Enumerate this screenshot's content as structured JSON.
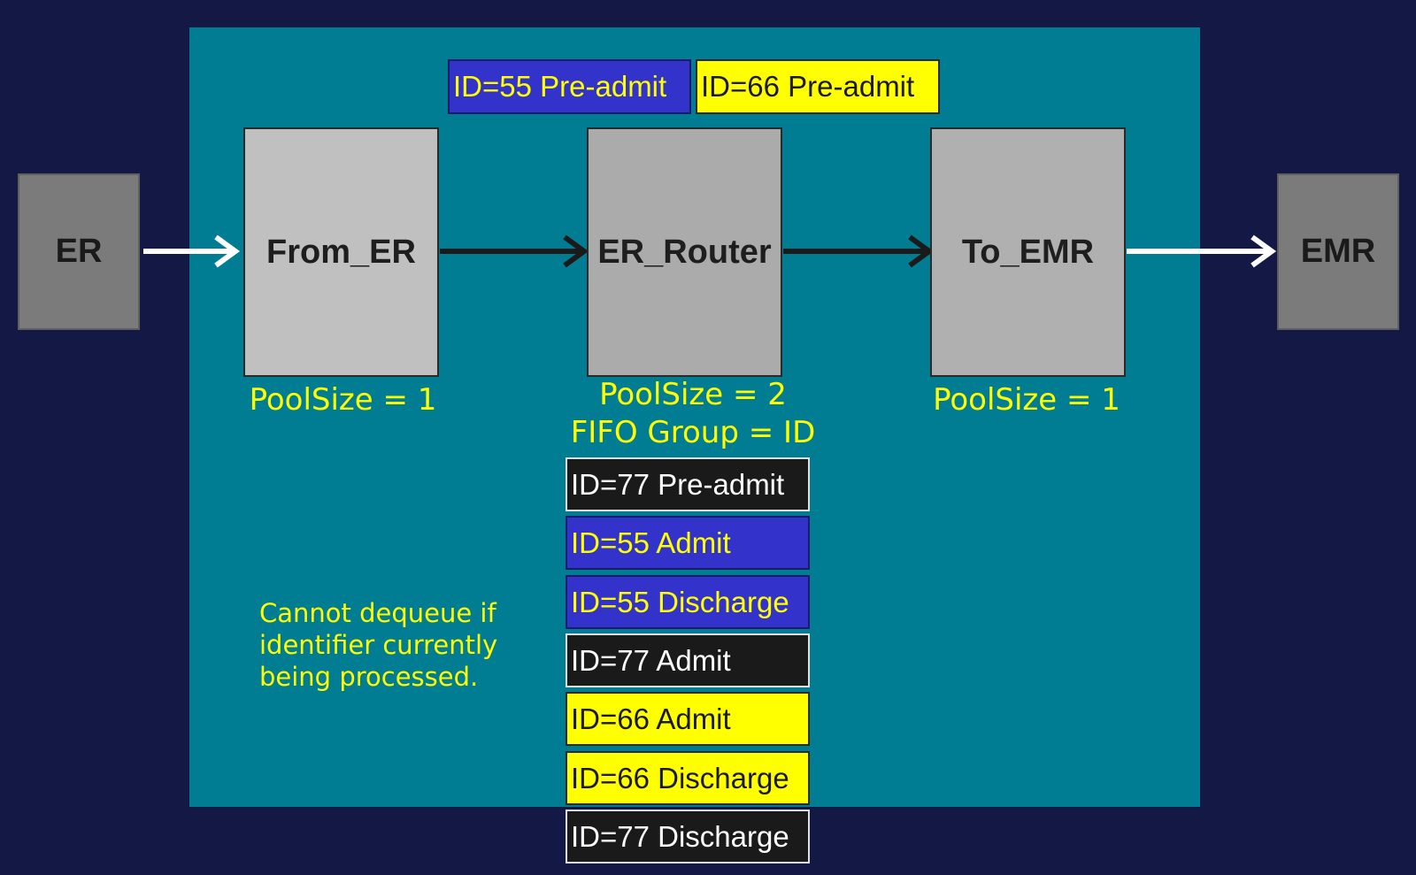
{
  "endpoints": {
    "source": "ER",
    "target": "EMR"
  },
  "stages": [
    {
      "name": "From_ER",
      "caption_lines": [
        "PoolSize = 1"
      ]
    },
    {
      "name": "ER_Router",
      "caption_lines": [
        "PoolSize = 2",
        "FIFO Group = ID"
      ]
    },
    {
      "name": "To_EMR",
      "caption_lines": [
        "PoolSize = 1"
      ]
    }
  ],
  "in_process": [
    {
      "label": "ID=55 Pre-admit",
      "color": "blue"
    },
    {
      "label": "ID=66 Pre-admit",
      "color": "yellow"
    }
  ],
  "queue": [
    {
      "label": "ID=77 Pre-admit",
      "color": "black"
    },
    {
      "label": "ID=55 Admit",
      "color": "blue"
    },
    {
      "label": "ID=55 Discharge",
      "color": "blue"
    },
    {
      "label": "ID=77 Admit",
      "color": "black"
    },
    {
      "label": "ID=66 Admit",
      "color": "yellow"
    },
    {
      "label": "ID=66 Discharge",
      "color": "yellow"
    },
    {
      "label": "ID=77 Discharge",
      "color": "black"
    }
  ],
  "note_lines": [
    "Cannot dequeue if",
    "identifier currently",
    "being processed."
  ],
  "colors": {
    "background": "#141844",
    "panel": "#017d93",
    "blue_msg": "#3333cc",
    "yellow_msg": "#ffff00",
    "black_msg": "#1a1a1a",
    "caption_text": "#ffff00"
  }
}
